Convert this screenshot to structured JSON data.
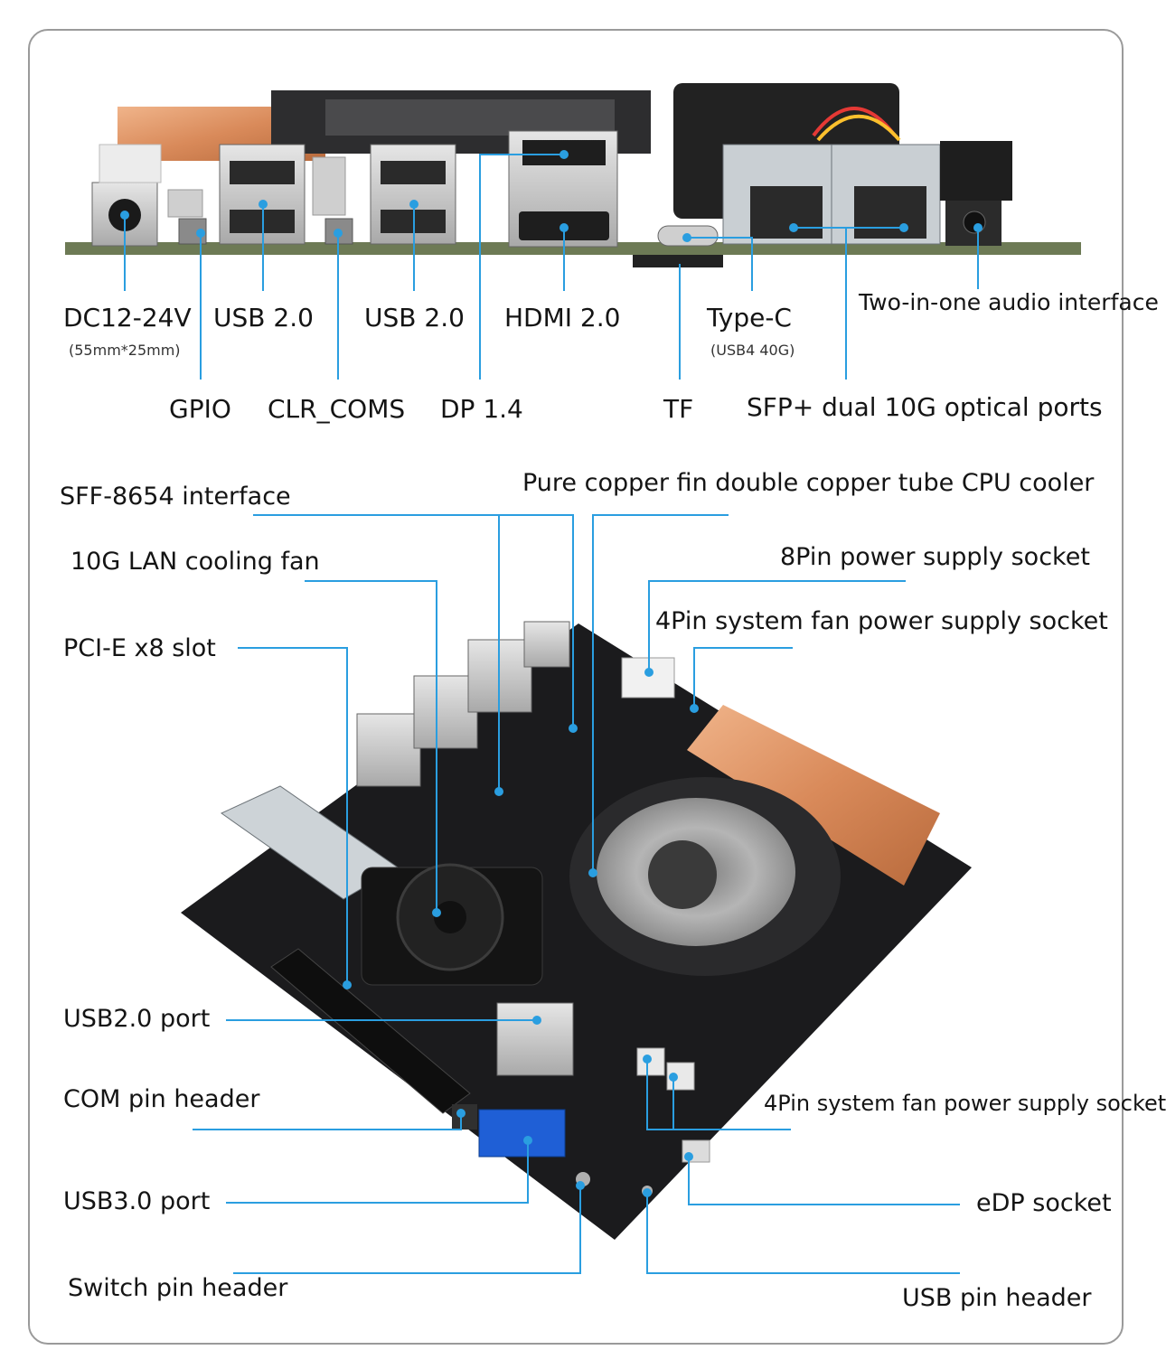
{
  "rear_panel": {
    "dc": {
      "label": "DC12-24V",
      "note": "(55mm*25mm)"
    },
    "usb_left": "USB 2.0",
    "usb_right": "USB 2.0",
    "hdmi": "HDMI 2.0",
    "typec": {
      "label": "Type-C",
      "note": "(USB4 40G)"
    },
    "audio": "Two-in-one audio interface",
    "gpio": "GPIO",
    "clr_coms": "CLR_COMS",
    "dp": "DP 1.4",
    "tf": "TF",
    "sfp": "SFP+ dual 10G optical ports"
  },
  "board": {
    "sff": "SFF-8654 interface",
    "cooler": "Pure copper fin double copper tube CPU cooler",
    "lan_fan": "10G LAN cooling fan",
    "power8": "8Pin power supply socket",
    "pcie": "PCI-E x8 slot",
    "fan4_top": "4Pin system fan power supply socket",
    "usb20_port": "USB2.0 port",
    "com": "COM pin header",
    "fan4_bottom": "4Pin system fan power supply socket",
    "usb30": "USB3.0 port",
    "edp": "eDP socket",
    "switch": "Switch pin header",
    "usb_header": "USB pin header"
  },
  "colors": {
    "leader": "#2a9ee0",
    "pcb": "#1b1b1d",
    "copper": "#d98a5a",
    "usb3": "#1f5fd6"
  }
}
